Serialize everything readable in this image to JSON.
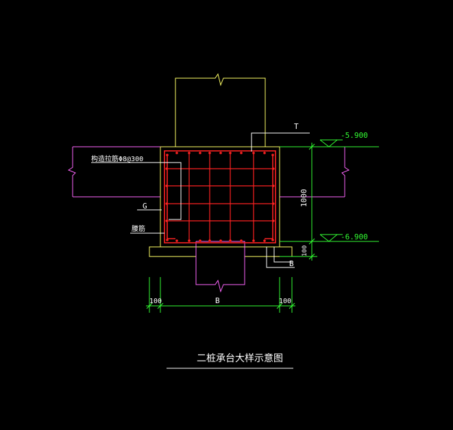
{
  "drawing": {
    "title": "二桩承台大样示意图",
    "labels": {
      "t": "T",
      "g": "G",
      "b_right": "B",
      "b_bottom": "B",
      "rebar_note": "构造拉筋Φ8@300",
      "side_bar": "腰筋",
      "height_dim": "1000",
      "cover_dim": "100",
      "left_dim": "100",
      "right_dim": "100",
      "elev_top": "-5.900",
      "elev_bottom": "-6.900"
    },
    "colors": {
      "background": "#000000",
      "column": "#ffff66",
      "beam": "#ff66ff",
      "cap": "#ffff66",
      "rebar": "#ff2222",
      "dimension": "#33ff33",
      "text": "#ffffff"
    }
  }
}
